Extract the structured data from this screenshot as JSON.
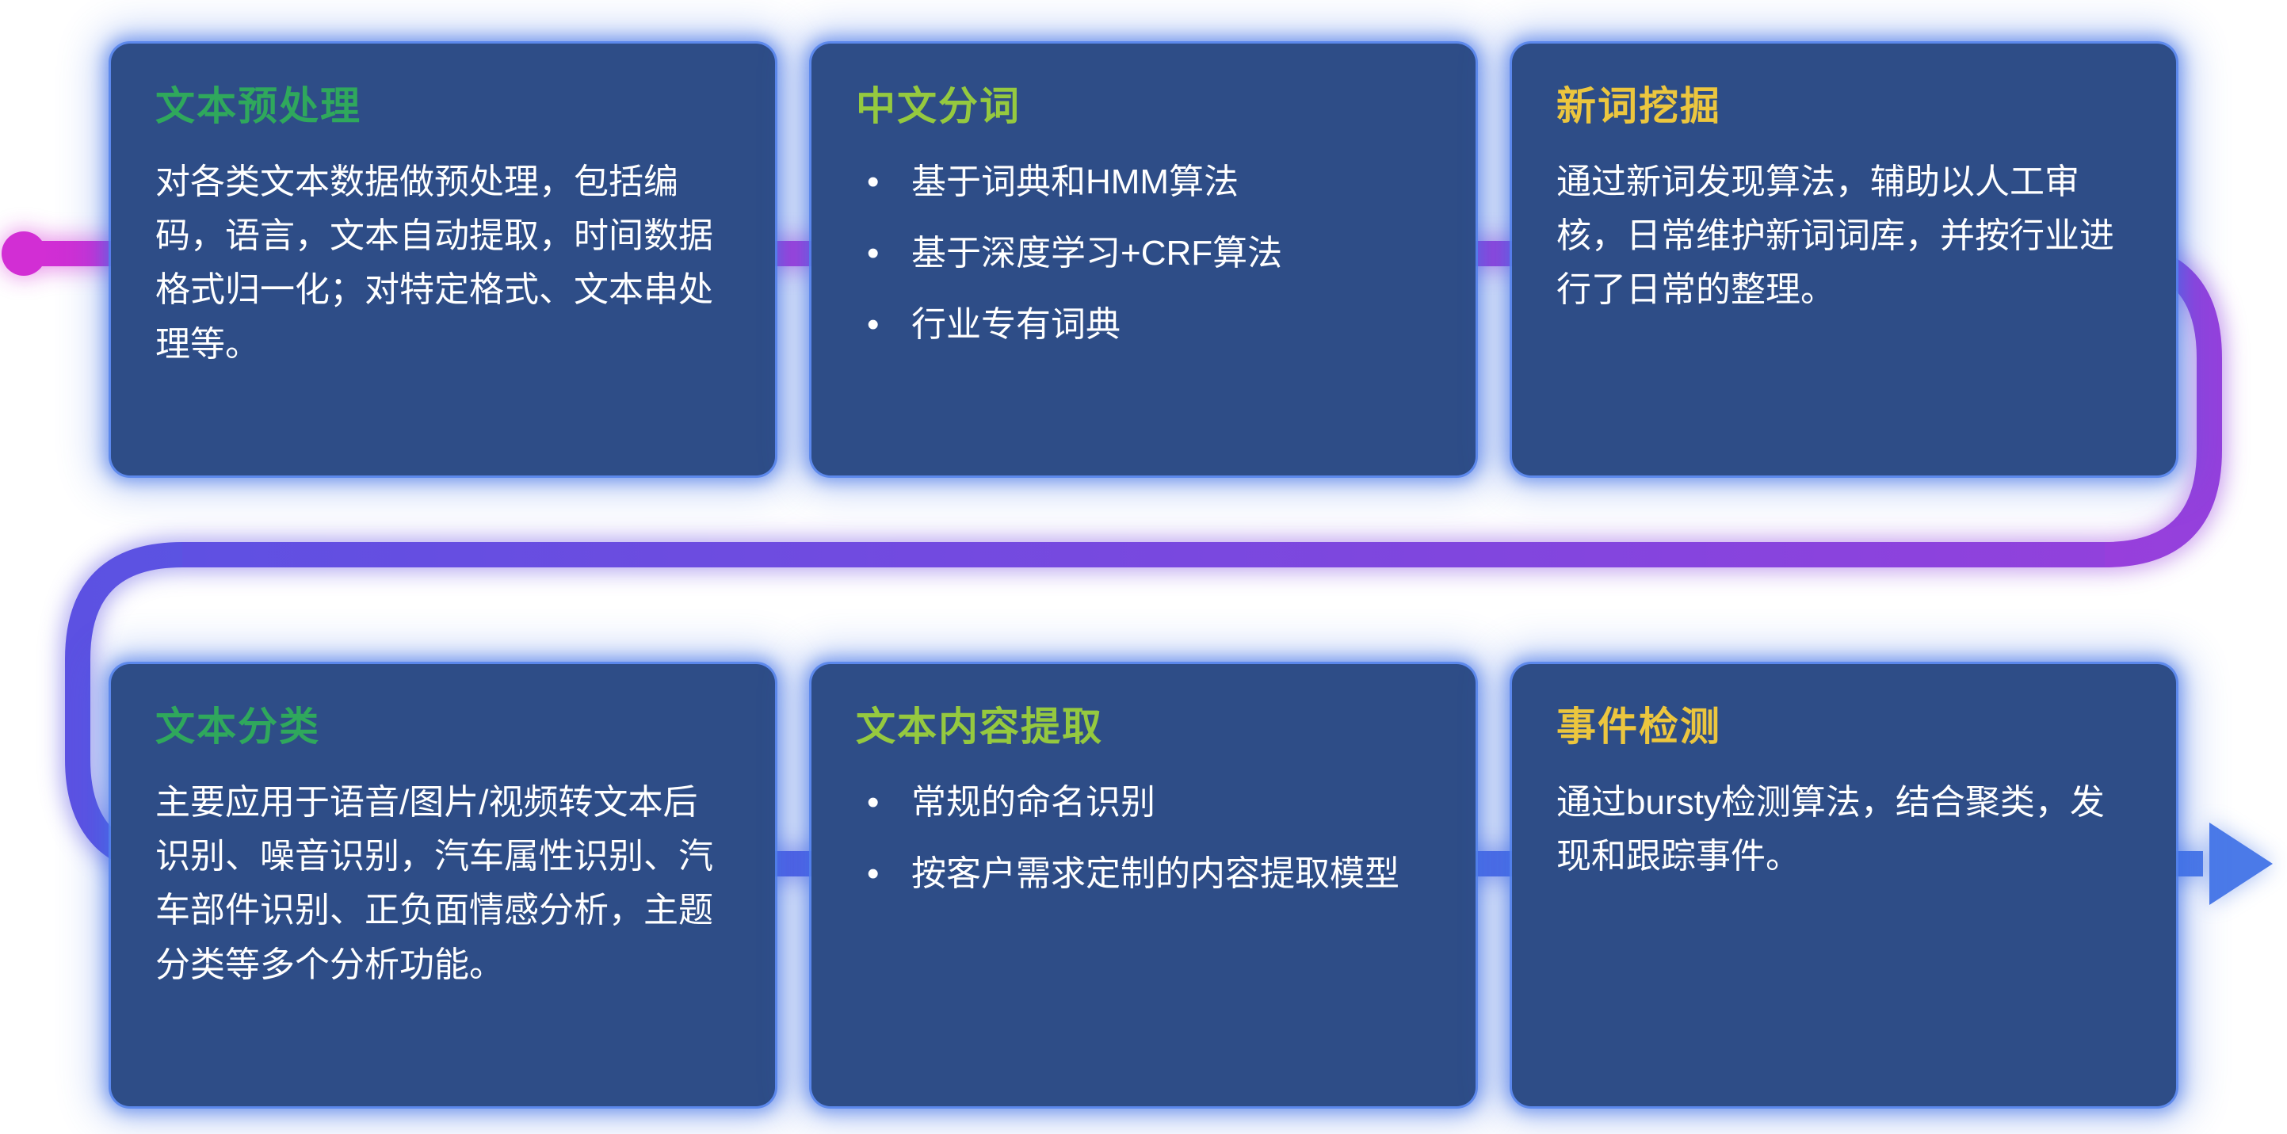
{
  "pipe": {
    "magenta": "#d22ed4",
    "purple": "#9440dc",
    "indigo": "#5c51e2",
    "blue": "#4b7ae8"
  },
  "cards": [
    {
      "title": "文本预处理",
      "title_color": "#2fa85c",
      "body": "对各类文本数据做预处理，包括编码，语言，文本自动提取，时间数据格式归一化；对特定格式、文本串处理等。"
    },
    {
      "title": "中文分词",
      "title_color": "#95c93f",
      "bullets": [
        "基于词典和HMM算法",
        "基于深度学习+CRF算法",
        "行业专有词典"
      ]
    },
    {
      "title": "新词挖掘",
      "title_color": "#ecc63e",
      "body": "通过新词发现算法，辅助以人工审核，日常维护新词词库，并按行业进行了日常的整理。"
    },
    {
      "title": "文本分类",
      "title_color": "#2fa85c",
      "body": "主要应用于语音/图片/视频转文本后识别、噪音识别，汽车属性识别、汽车部件识别、正负面情感分析，主题分类等多个分析功能。"
    },
    {
      "title": "文本内容提取",
      "title_color": "#95c93f",
      "bullets": [
        "常规的命名识别",
        "按客户需求定制的内容提取模型"
      ]
    },
    {
      "title": "事件检测",
      "title_color": "#ecc63e",
      "body": "通过bursty检测算法，结合聚类，发现和跟踪事件。"
    }
  ]
}
